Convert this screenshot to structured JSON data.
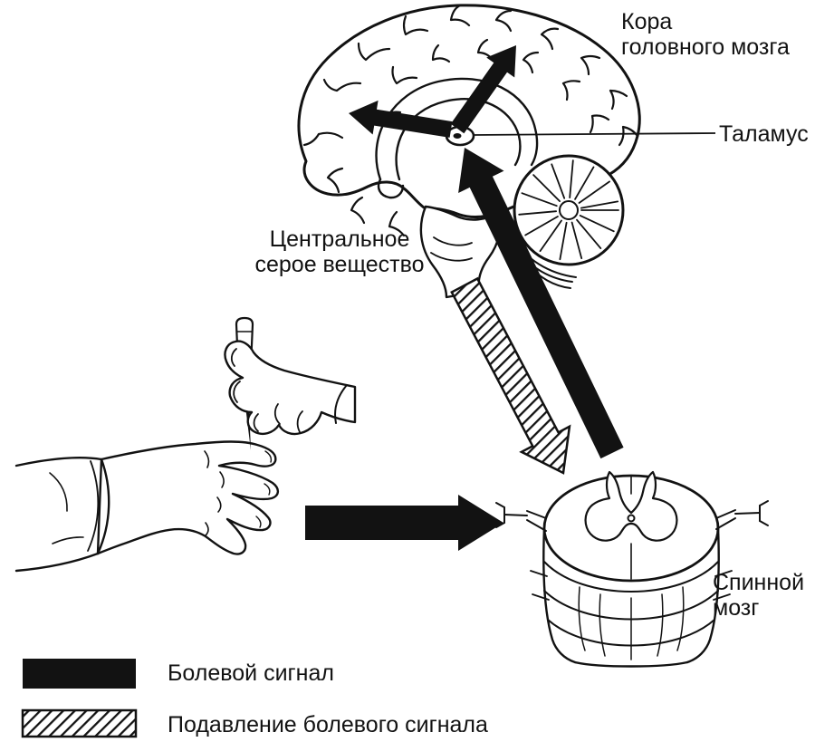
{
  "diagram": {
    "labels": {
      "cortex_line1": "Кора",
      "cortex_line2": "головного мозга",
      "thalamus": "Таламус",
      "central_gray_line1": "Центральное",
      "central_gray_line2": "серое вещество",
      "spinal_cord_line1": "Спинной",
      "spinal_cord_line2": "мозг"
    },
    "legend": {
      "pain_signal": "Болевой сигнал",
      "pain_suppression": "Подавление болевого сигнала"
    },
    "colors": {
      "ink": "#121212",
      "background": "#ffffff"
    }
  }
}
